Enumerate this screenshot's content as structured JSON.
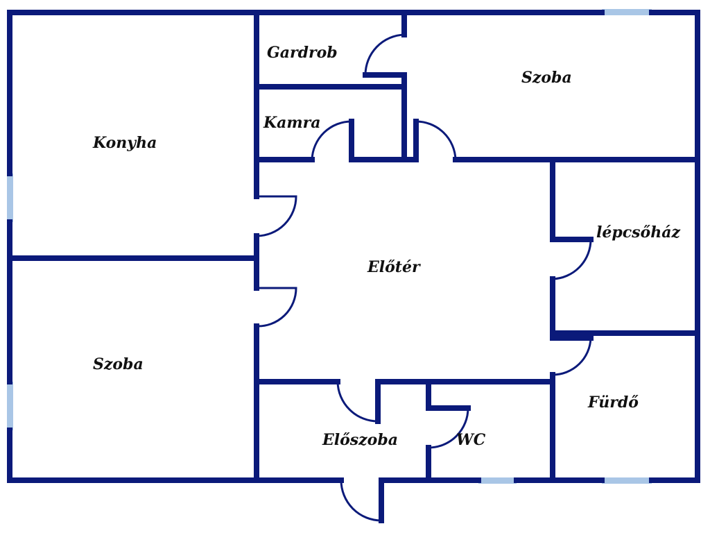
{
  "colors": {
    "wall": "#0b1a7a",
    "window": "#a9c6e6",
    "door_arc": "#0b1a7a",
    "background": "#ffffff",
    "label": "#111111"
  },
  "rooms": {
    "gardrob": "Gardrob",
    "kamra": "Kamra",
    "szoba_top": "Szoba",
    "konyha": "Konyha",
    "lepcsohaz": "lépcsőház",
    "eloter": "Előtér",
    "szoba_left": "Szoba",
    "furdo": "Fürdő",
    "eloszoba": "Előszoba",
    "wc": "WC"
  }
}
